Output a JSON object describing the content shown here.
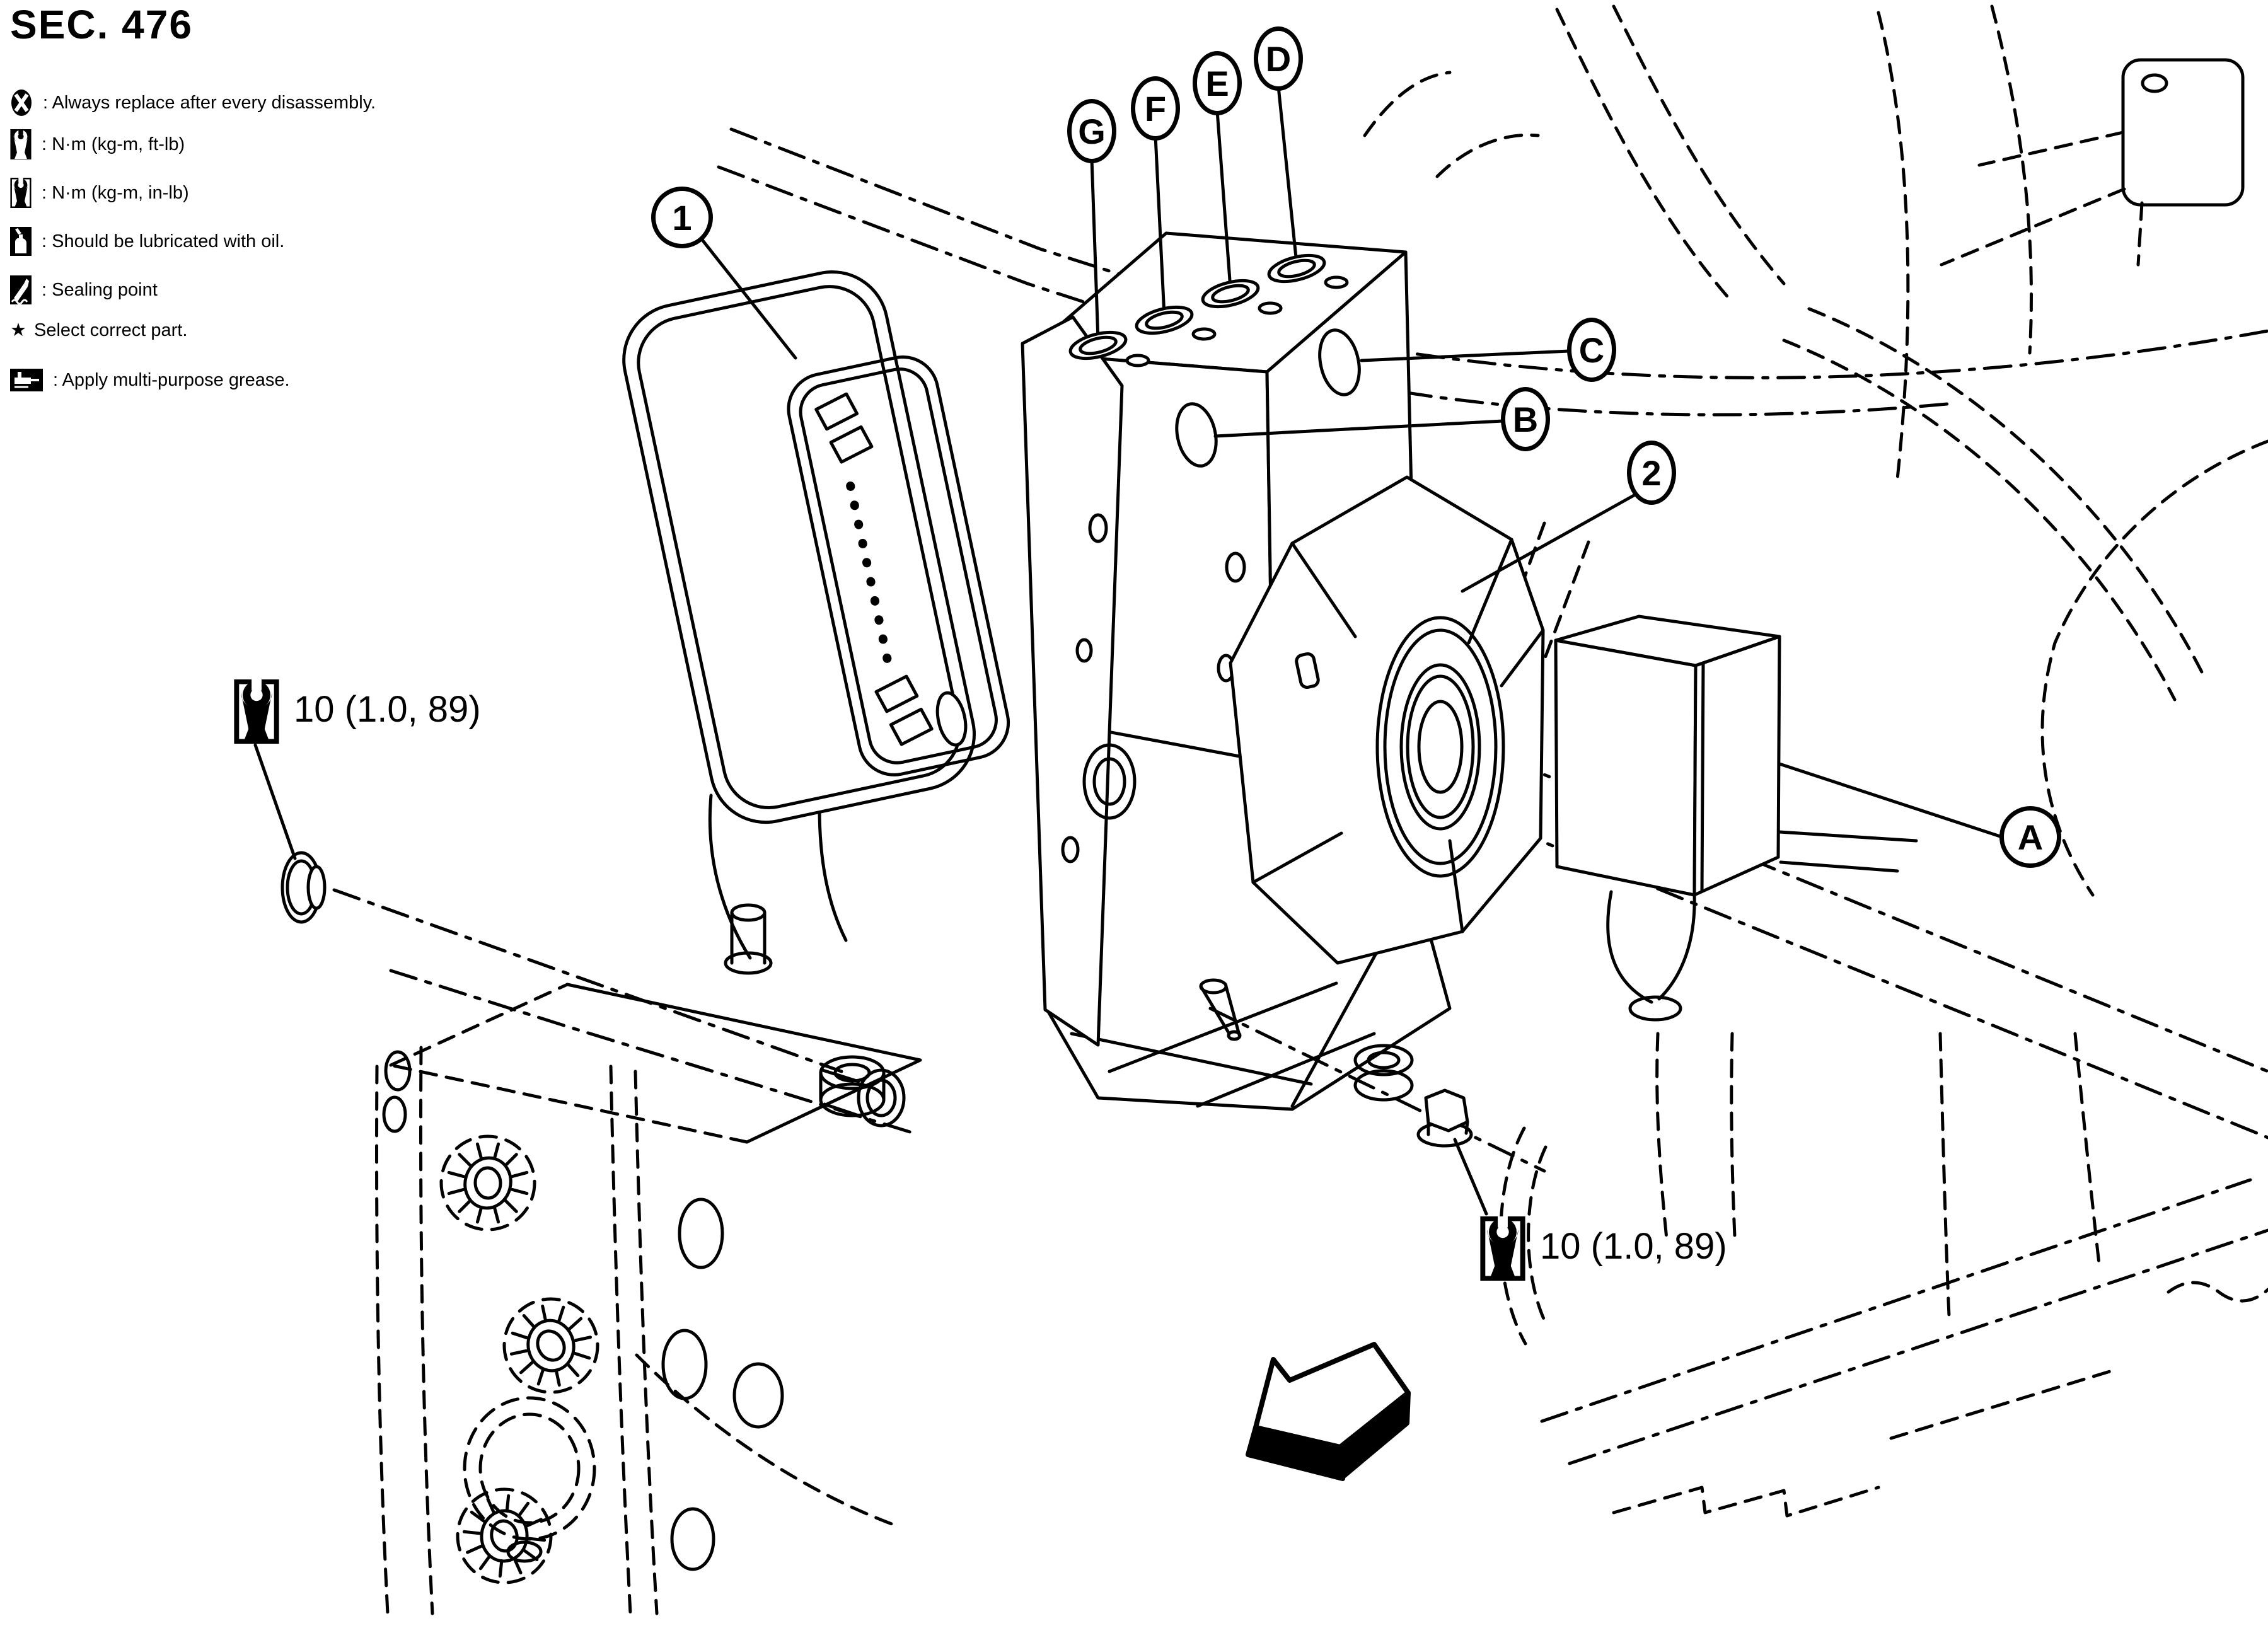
{
  "title": "SEC. 476",
  "colors": {
    "line": "#000000",
    "background": "#ffffff"
  },
  "legend": {
    "star_glyph": "★",
    "items": [
      {
        "icon": "always-replace-icon",
        "text": ": Always replace after every disassembly."
      },
      {
        "icon": "torque-ftlb-icon",
        "text": ": N·m (kg-m, ft-lb)"
      },
      {
        "icon": "torque-inlb-icon",
        "text": ": N·m (kg-m, in-lb)"
      },
      {
        "icon": "oil-lubricate-icon",
        "text": ": Should be lubricated with oil."
      },
      {
        "icon": "sealing-point-icon",
        "text": ": Sealing point"
      },
      {
        "icon": "select-part-star-icon",
        "text": "Select correct part."
      },
      {
        "icon": "grease-icon",
        "text": ": Apply multi-purpose grease."
      }
    ]
  },
  "torque_specs": {
    "left": {
      "icon": "torque-wrench-box-icon",
      "value": "10 (1.0, 89)"
    },
    "right": {
      "icon": "torque-wrench-box-icon",
      "value": "10 (1.0, 89)"
    }
  },
  "callouts": {
    "one": "1",
    "two": "2",
    "a": "A",
    "b": "B",
    "c": "C",
    "d": "D",
    "e": "E",
    "f": "F",
    "g": "G"
  }
}
